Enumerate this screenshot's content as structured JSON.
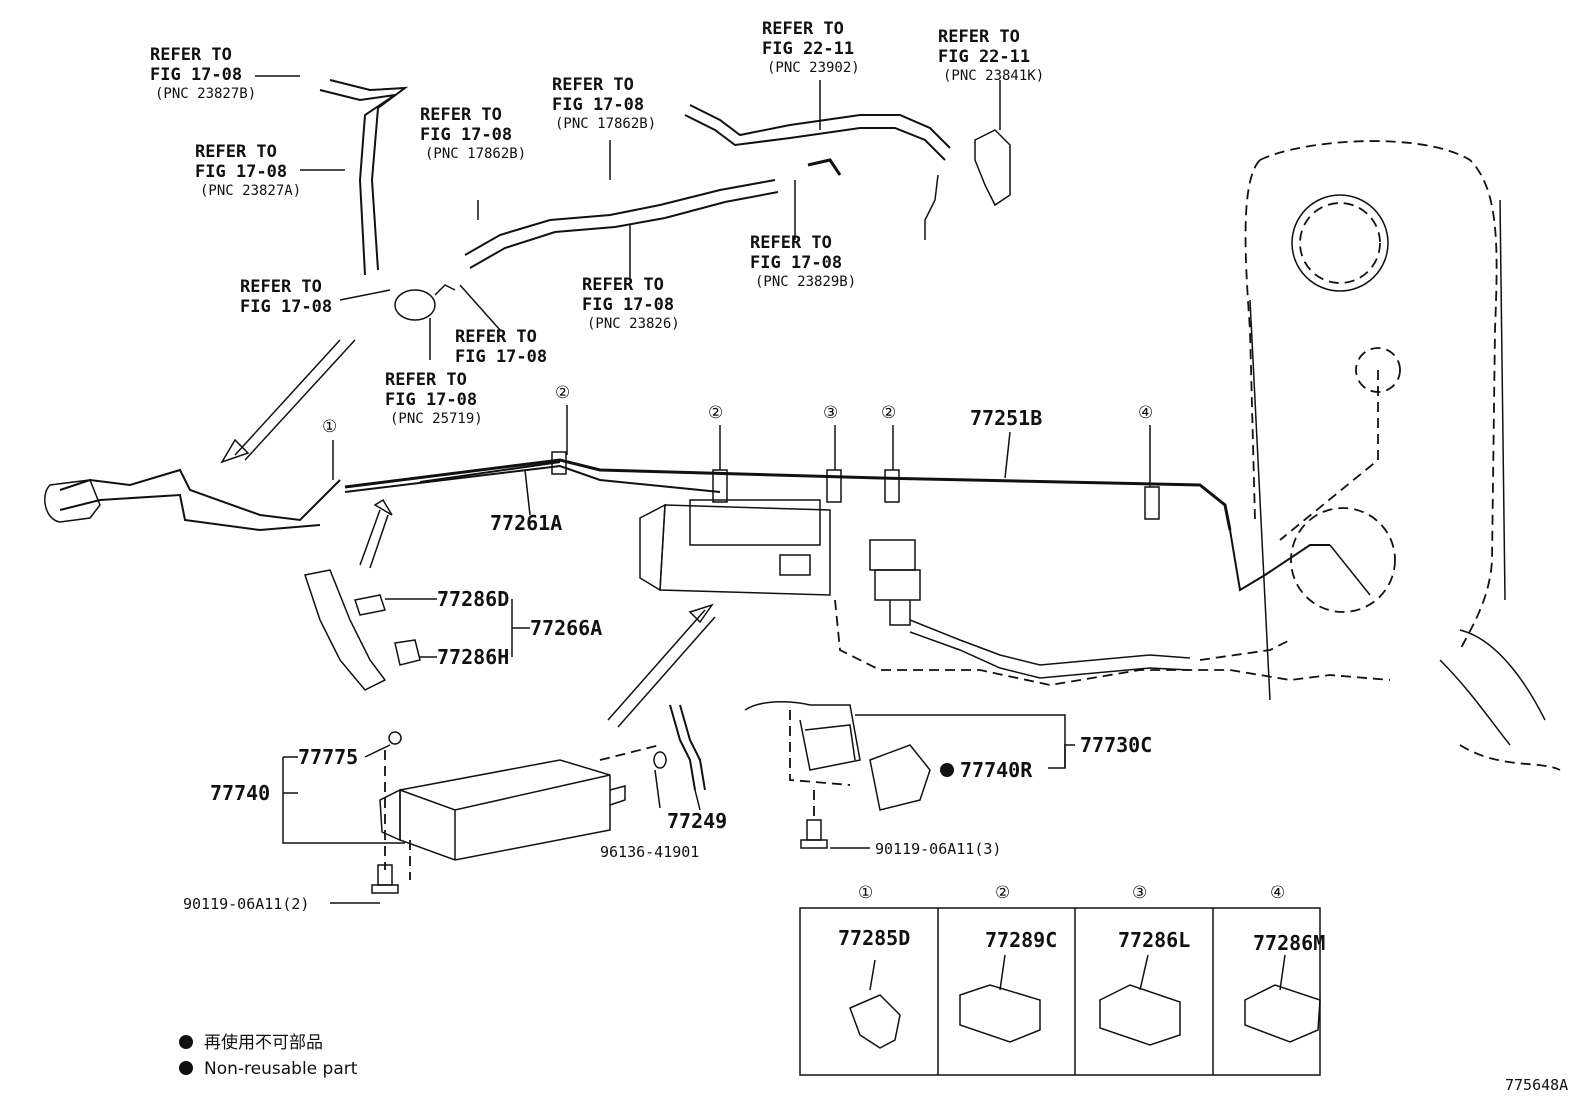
{
  "diagram_id": "775648A",
  "refs": {
    "r1": {
      "line1": "REFER TO",
      "line2": "FIG 17-08",
      "line3": "(PNC 23827B)"
    },
    "r2": {
      "line1": "REFER TO",
      "line2": "FIG 17-08",
      "line3": "(PNC 23827A)"
    },
    "r3": {
      "line1": "REFER TO",
      "line2": "FIG 17-08",
      "line3": "(PNC 17862B)"
    },
    "r4": {
      "line1": "REFER TO",
      "line2": "FIG 17-08",
      "line3": "(PNC 17862B)"
    },
    "r5": {
      "line1": "REFER TO",
      "line2": "FIG 22-11",
      "line3": "(PNC 23902)"
    },
    "r6": {
      "line1": "REFER TO",
      "line2": "FIG 22-11",
      "line3": "(PNC 23841K)"
    },
    "r7": {
      "line1": "REFER TO",
      "line2": "FIG 17-08",
      "line3": "(PNC 23829B)"
    },
    "r8": {
      "line1": "REFER TO",
      "line2": "FIG 17-08"
    },
    "r9": {
      "line1": "REFER TO",
      "line2": "FIG 17-08",
      "line3": "(PNC 23826)"
    },
    "r10": {
      "line1": "REFER TO",
      "line2": "FIG 17-08"
    },
    "r11": {
      "line1": "REFER TO",
      "line2": "FIG 17-08",
      "line3": "(PNC 25719)"
    }
  },
  "parts": {
    "p77251B": "77251B",
    "p77261A": "77261A",
    "p77286D": "77286D",
    "p77266A": "77266A",
    "p77286H": "77286H",
    "p77775": "77775",
    "p77740": "77740",
    "p77249": "77249",
    "p96136": "96136-41901",
    "p77730C": "77730C",
    "p77740R": "77740R",
    "p90119_3": "90119-06A11(3)",
    "p90119_2": "90119-06A11(2)"
  },
  "callouts": {
    "c1": "①",
    "c2": "②",
    "c3": "③",
    "c4": "④"
  },
  "table": {
    "cells": [
      {
        "num": "①",
        "part": "77285D"
      },
      {
        "num": "②",
        "part": "77289C"
      },
      {
        "num": "③",
        "part": "77286L"
      },
      {
        "num": "④",
        "part": "77286M"
      }
    ]
  },
  "legend": {
    "jp": "再使用不可部品",
    "en": "Non-reusable part"
  }
}
